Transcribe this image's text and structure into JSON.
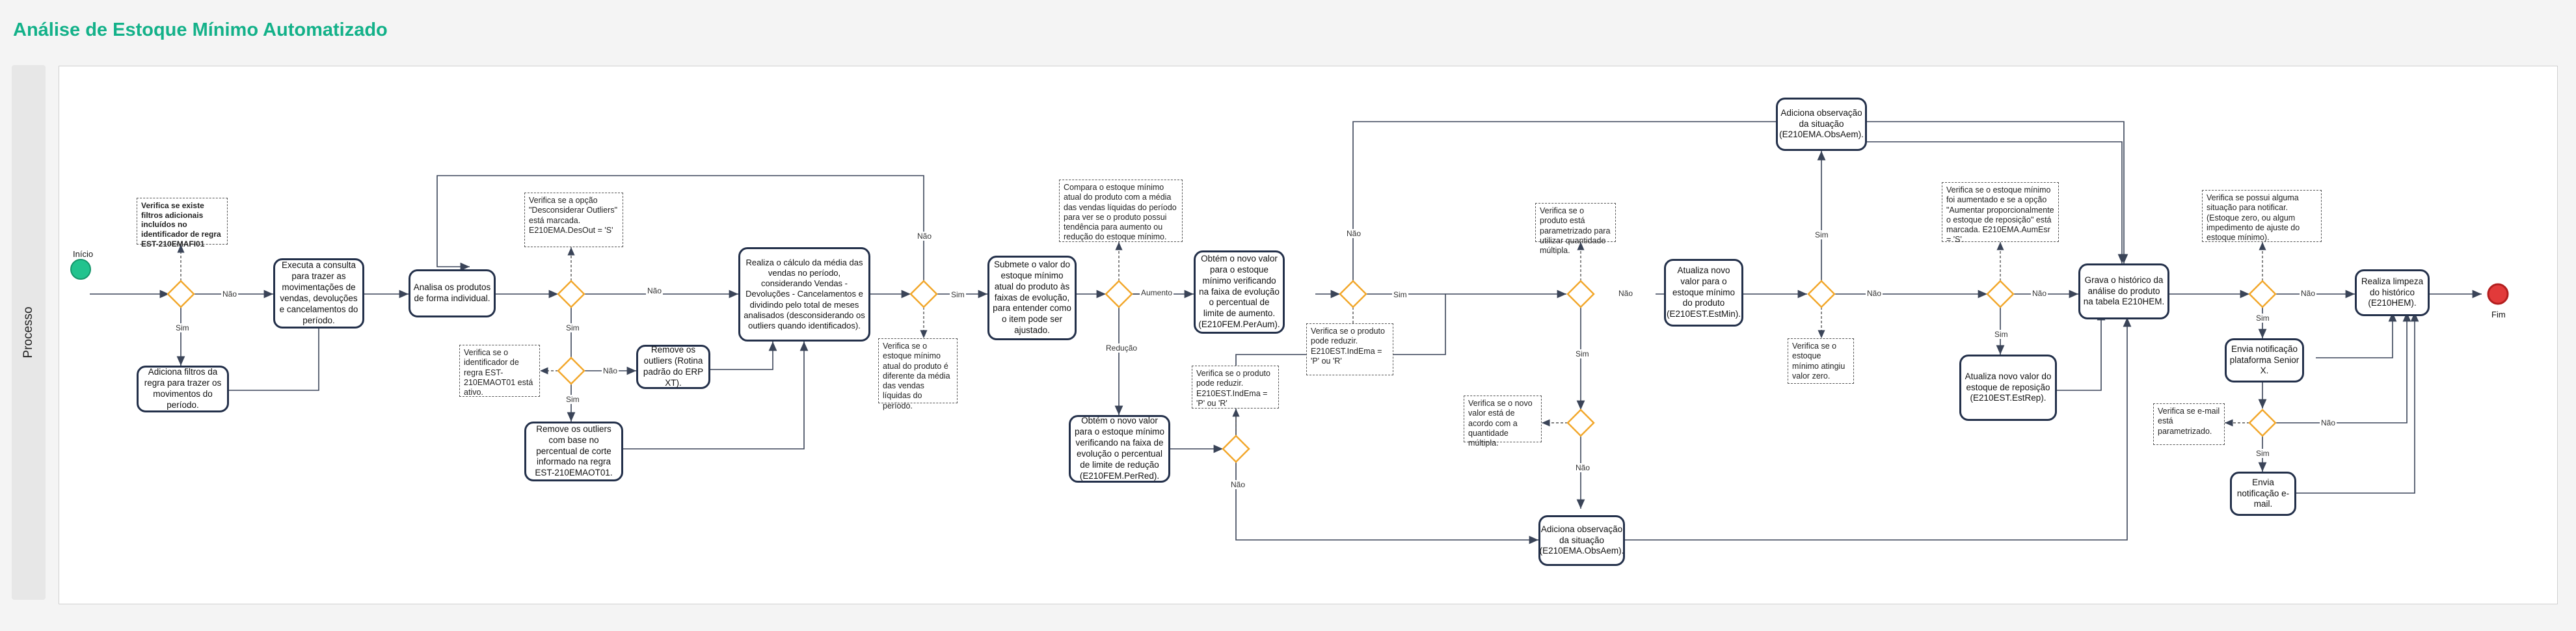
{
  "title": "Análise de Estoque Mínimo Automatizado",
  "lane": "Processo",
  "colors": {
    "accent": "#13b189",
    "task_border": "#23304a",
    "gateway": "#f2a72b",
    "start": "#22c38e",
    "end": "#e23a3a"
  },
  "events": {
    "start": "Início",
    "end": "Fim"
  },
  "tasks": {
    "filtros": "Adiciona filtros da regra para trazer os movimentos do período.",
    "consulta": "Executa a consulta para trazer as movimentações de vendas, devoluções e cancelamentos do período.",
    "analisa": "Analisa os produtos de forma individual.",
    "remove_outliers": "Remove os outliers (Rotina padrão do ERP XT).",
    "remove_corte": "Remove os outliers com base no percentual de corte informado na regra EST-210EMAOT01.",
    "media": "Realiza o cálculo da média das vendas no período, considerando Vendas - Devoluções - Cancelamentos e dividindo pelo total de meses analisados (desconsiderando os outliers quando identificados).",
    "submete": "Submete o valor do estoque mínimo atual do produto às faixas de evolução, para entender como o item pode ser ajustado.",
    "novo_aumento": "Obtém o novo valor para o estoque mínimo verificando na faixa de evolução o percentual de limite de aumento. (E210FEM.PerAum).",
    "novo_reducao": "Obtém o novo valor para o estoque mínimo verificando na faixa de evolução o percentual de limite de redução (E210FEM.PerRed).",
    "obs_top": "Adiciona observação da situação (E210EMA.ObsAem).",
    "obs_bottom": "Adiciona observação da situação (E210EMA.ObsAem).",
    "atualiza_min": "Atualiza novo valor para o estoque mínimo do produto (E210EST.EstMin).",
    "atualiza_rep": "Atualiza novo valor do estoque de reposição (E210EST.EstRep).",
    "grava": "Grava o histórico da análise do produto na tabela E210HEM.",
    "notificacao_x": "Envia notificação plataforma Senior X.",
    "notificacao_email": "Envia notificação e-mail.",
    "limpeza": "Realiza limpeza do histórico (E210HEM)."
  },
  "notes": {
    "filtros": "Verifica se existe filtros adicionais incluídos no identificador de regra EST-210EMAFI01",
    "outliers_opcao": "Verifica se a opção \"Desconsiderar Outliers\" está marcada. E210EMA.DesOut = 'S'",
    "identificador": "Verifica se o identificador de regra EST-210EMAOT01 está ativo.",
    "diferente_media": "Verifica se o estoque mínimo atual do produto é diferente da média das vendas líquidas do período.",
    "compara": "Compara o estoque mínimo atual do produto com a média das vendas líquidas do período para ver se o produto possui tendência para aumento ou redução do estoque mínimo.",
    "pode_reduzir_top": "Verifica se o produto pode reduzir. E210EST.IndEma = 'P' ou 'R'",
    "pode_reduzir_bottom": "Verifica se o produto pode reduzir. E210EST.IndEma = 'P' ou 'R'",
    "parametrizado": "Verifica se o produto está parametrizado para utilizar quantidade múltipla.",
    "multiplo": "Verifica se o novo valor está de acordo com a quantidade múltipla.",
    "zero": "Verifica se o estoque mínimo atingiu valor zero.",
    "aumentado": "Verifica se o estoque mínimo foi aumentado e se a opção \"Aumentar proporcionalmente o estoque de reposição\" está marcada. E210EMA.AumEsr = 'S'.",
    "notificar": "Verifica se possui alguma situação para notificar. (Estoque zero, ou algum impedimento de ajuste do estoque mínimo).",
    "email": "Verifica se e-mail está parametrizado."
  },
  "labels": {
    "sim": "Sim",
    "nao": "Não",
    "aumento": "Aumento",
    "reducao": "Redução"
  }
}
